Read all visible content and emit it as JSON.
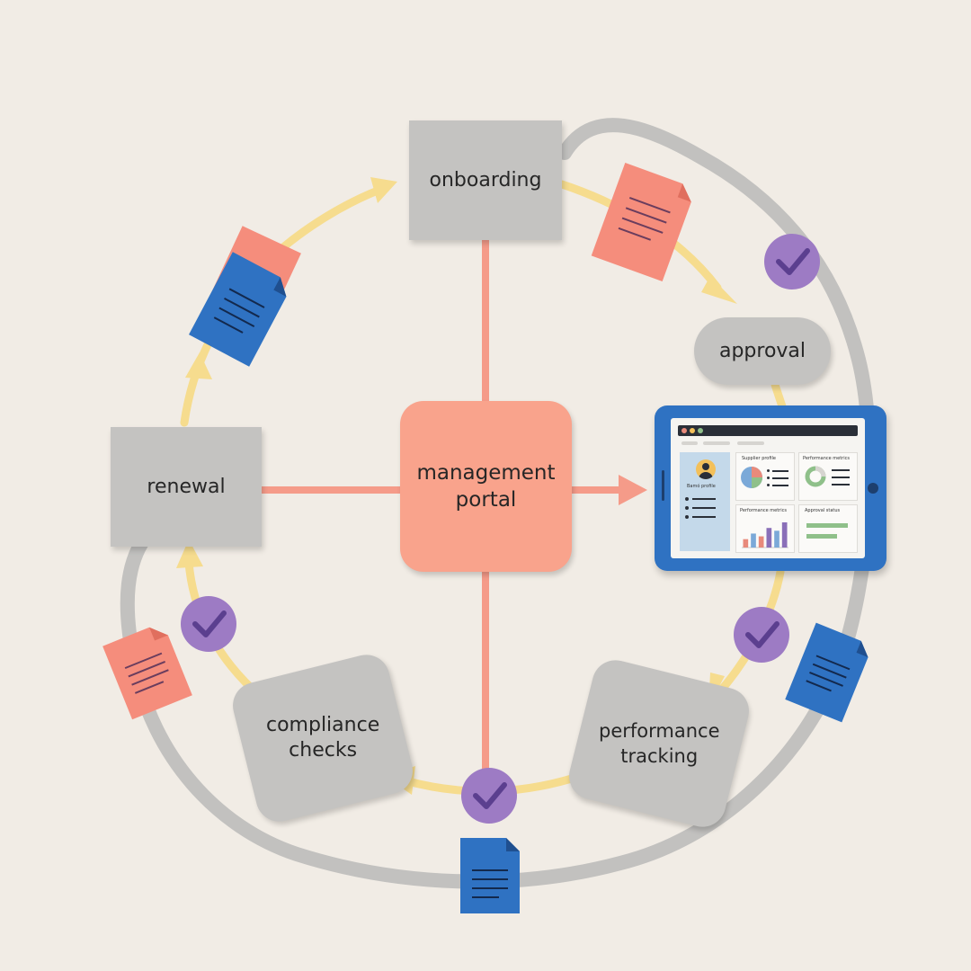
{
  "diagram": {
    "nodes": {
      "onboarding": "onboarding",
      "approval": "approval",
      "renewal": "renewal",
      "portal": "management\nportal",
      "compliance": "compliance\nchecks",
      "performance": "performance\ntracking"
    },
    "colors": {
      "background": "#f1ece5",
      "node_gray": "#c4c3c1",
      "portal_coral": "#f9a38c",
      "connector_coral": "#f59b89",
      "flow_arrow_yellow": "#f6dc8e",
      "outer_ribbon_gray": "#c2c1bf",
      "doc_red": "#f58d7c",
      "doc_blue": "#2f72c2",
      "check_purple": "#9d7bc4",
      "tablet_blue": "#2f72c2"
    },
    "icons": [
      "check-icon",
      "document-icon",
      "tablet-icon",
      "avatar-icon",
      "pie-chart-icon",
      "donut-chart-icon",
      "bar-chart-icon"
    ],
    "tablet_screen": {
      "profile_label": "Bamó profile",
      "card1_label": "Supplier profile",
      "card2_label": "Performance metrics",
      "card3_label": "Performance metrics",
      "card4_label": "Approval status",
      "bar_values": [
        3,
        5,
        4,
        7,
        6,
        9
      ],
      "bar_colors": [
        "#e88a7b",
        "#7ba9d8",
        "#e88a7b",
        "#8a6fb8",
        "#7ba9d8",
        "#8a6fb8"
      ],
      "pie_colors": [
        "#e88a7b",
        "#7ba9d8",
        "#8fc08a"
      ]
    }
  }
}
